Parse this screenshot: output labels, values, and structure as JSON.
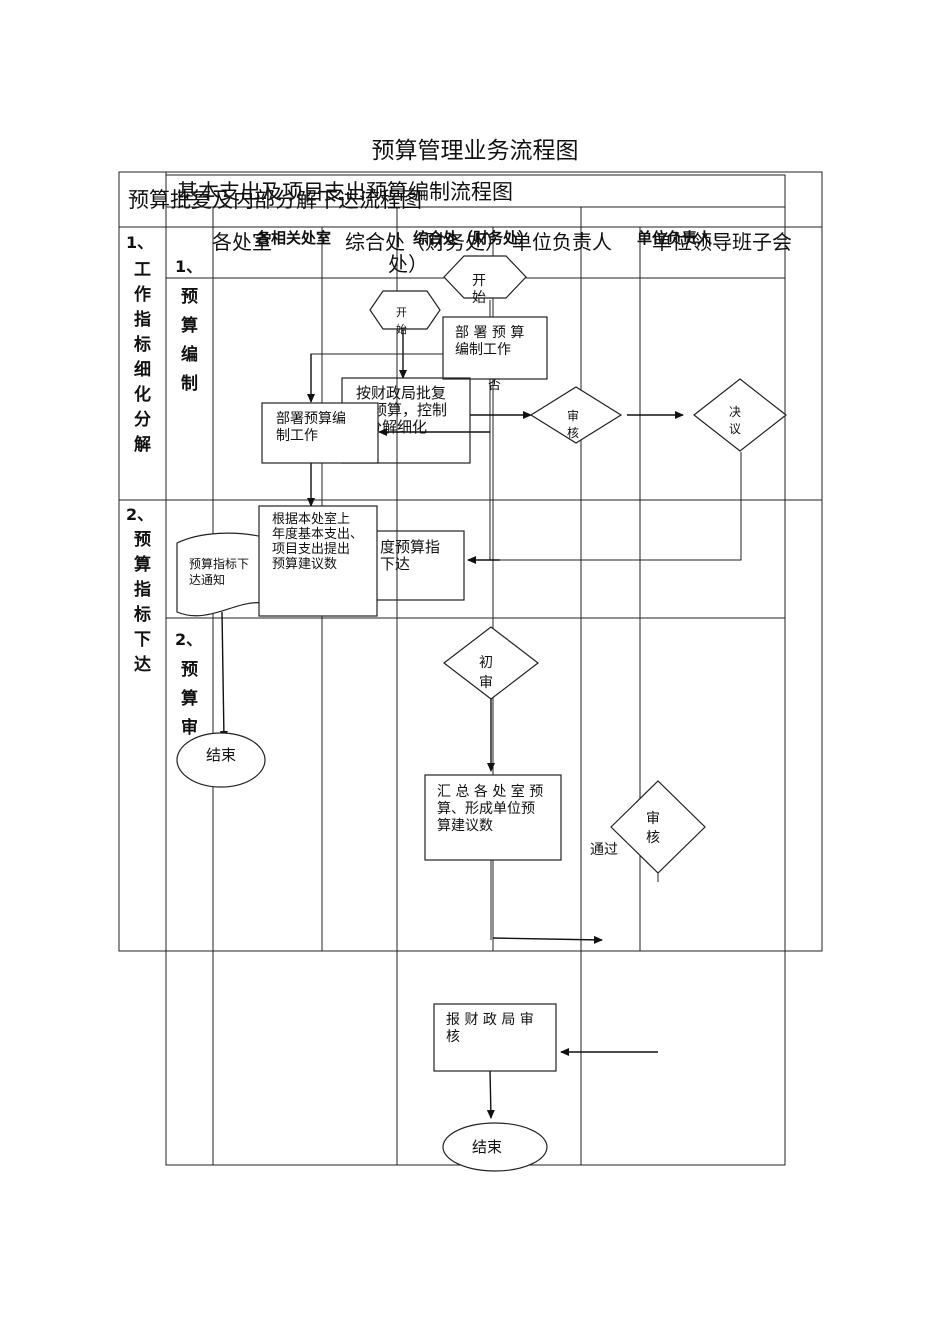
{
  "title": "预算管理业务流程图",
  "subtitle_overlap_1": "基本支出及项目支出预算编制流程图",
  "subtitle_overlap_2": "预算批复及内部分解下达流程图",
  "header_cols_back": {
    "col1": "各处室",
    "col2": "综合处（财务处）",
    "col3": "单位负责人",
    "col4": "单位领导班子会"
  },
  "header_cols_front": {
    "col1": "各相关处室",
    "col2": "综合处（财务处）",
    "col3": "单位负责人"
  },
  "row_labels": {
    "row1_num": "1、",
    "row1_chars": [
      "工",
      "作",
      "指",
      "标",
      "细",
      "化",
      "分",
      "解"
    ],
    "row2_num": "2、",
    "row2_chars": [
      "预",
      "算",
      "指",
      "标",
      "下",
      "达"
    ],
    "inner1_num": "1、",
    "inner1_chars": [
      "预",
      "算",
      "编",
      "制"
    ],
    "inner2_num": "2、",
    "inner2_chars": [
      "预",
      "算",
      "审"
    ]
  },
  "nodes": {
    "start_a": [
      "开",
      "始"
    ],
    "start_b": [
      "开",
      "始"
    ],
    "deploy_a": [
      "部 署 预 算",
      "编制工作"
    ],
    "fen": "否",
    "approve_detail": [
      "按财政局批复",
      "预算，控制",
      "分解细化"
    ],
    "deploy_b": [
      "部署预算编",
      "制工作"
    ],
    "review_1": [
      "审",
      "核"
    ],
    "decide": [
      "决",
      "议"
    ],
    "proposal": [
      "根据本处室上",
      "年度基本支出、",
      "项目支出提出",
      "预算建议数"
    ],
    "annual_issue": [
      "度预算指",
      "下达"
    ],
    "notice": [
      "预算指标下",
      "达通知"
    ],
    "end_a": "结束",
    "prelim": [
      "初",
      "审"
    ],
    "summary": [
      "汇 总 各 处 室 预",
      "算、形成单位预",
      "算建议数"
    ],
    "review_2": [
      "审",
      "核"
    ],
    "pass": "通过",
    "report": [
      "报 财 政 局 审",
      "核"
    ],
    "end_b": "结束"
  }
}
